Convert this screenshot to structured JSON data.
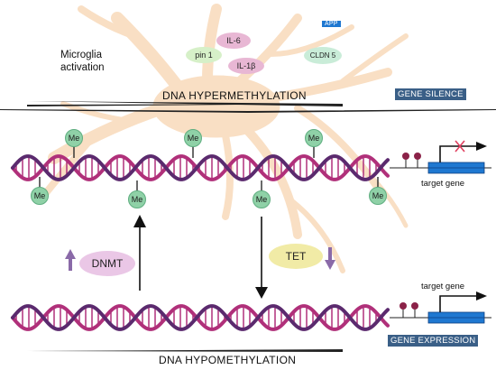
{
  "microglia_label": "Microglia activation",
  "app_tag": "APP",
  "cytokines": {
    "il6": "IL-6",
    "pin1": "pin 1",
    "il1b": "IL-1β",
    "cldn5": "CLDN 5"
  },
  "hyper_title": "DNA HYPERMETHYLATION",
  "gene_silence": "GENE SILENCE",
  "methyl_label": "Me",
  "target_gene_top": "target gene",
  "target_gene_bottom": "target gene",
  "dnmt": "DNMT",
  "tet": "TET",
  "gene_expression": "GENE EXPRESSION",
  "hypo_title": "DNA HYPOMETHYLATION",
  "colors": {
    "strand_magenta": "#b0307a",
    "strand_purple": "#5b2a6e",
    "methyl_green": "#8fd1a7",
    "neuron_peach": "#f9dfc4",
    "gene_blue": "#1f78d1",
    "tag_blue": "#3a5f87",
    "pin_maroon": "#8b2248",
    "arrow_purple": "#8a6aa8",
    "dnmt_pink": "#eac7e6",
    "tet_yellow": "#f1eba6"
  }
}
